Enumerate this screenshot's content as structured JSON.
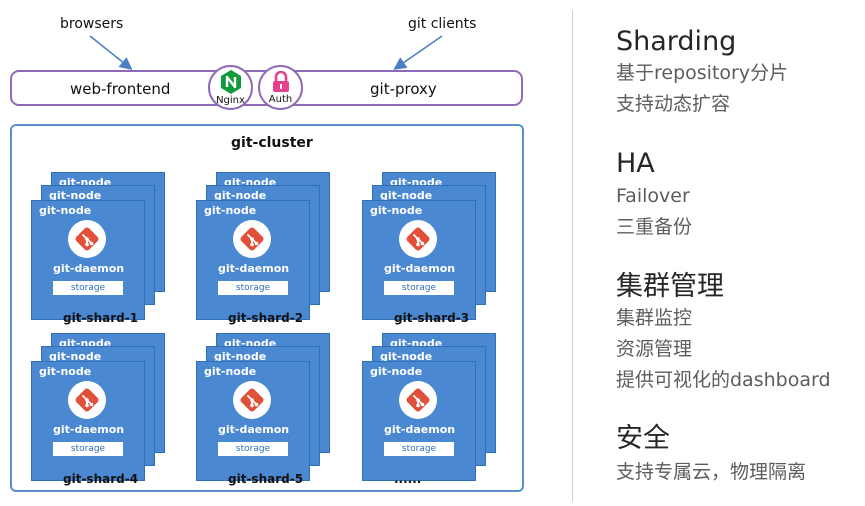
{
  "top_labels": {
    "browsers": "browsers",
    "git_clients": "git clients"
  },
  "proxy": {
    "left_label": "web-frontend",
    "right_label": "git-proxy",
    "nginx_label": "Nginx",
    "auth_label": "Auth"
  },
  "cluster": {
    "title": "git-cluster",
    "node_label": "git-node",
    "daemon_label": "git-daemon",
    "storage_label": "storage",
    "shards": [
      {
        "label": "git-shard-1"
      },
      {
        "label": "git-shard-2"
      },
      {
        "label": "git-shard-3"
      },
      {
        "label": "git-shard-4"
      },
      {
        "label": "git-shard-5"
      },
      {
        "label": "......"
      }
    ]
  },
  "features": [
    {
      "title": "Sharding",
      "items": [
        "基于repository分片",
        "支持动态扩容"
      ]
    },
    {
      "title": "HA",
      "items": [
        "Failover",
        "三重备份"
      ]
    },
    {
      "title": "集群管理",
      "items": [
        "集群监控",
        "资源管理",
        "提供可视化的dashboard"
      ]
    },
    {
      "title": "安全",
      "items": [
        "支持专属云，物理隔离"
      ]
    }
  ],
  "colors": {
    "node_blue": "#4b88d2",
    "git_red": "#e0503a",
    "nginx_green": "#0f9a3c",
    "auth_pink": "#e7418c",
    "proxy_border": "#8e6ab8",
    "cluster_border": "#5b8fc9"
  }
}
